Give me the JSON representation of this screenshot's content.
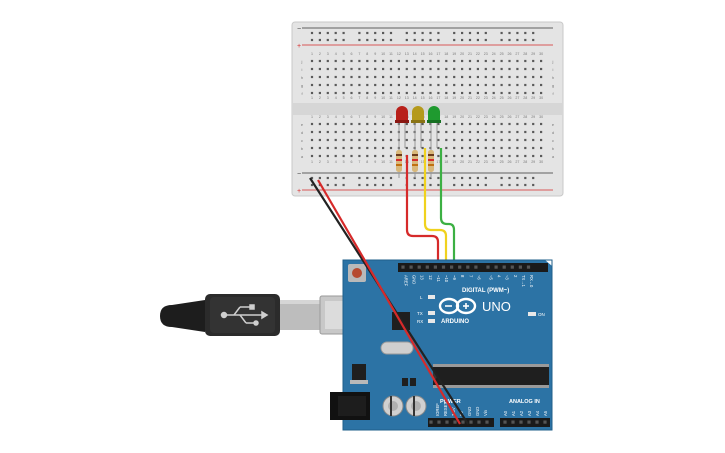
{
  "breadboard": {
    "column_numbers": [
      "1",
      "2",
      "3",
      "4",
      "5",
      "6",
      "7",
      "8",
      "9",
      "10",
      "11",
      "12",
      "13",
      "14",
      "15",
      "16",
      "17",
      "18",
      "19",
      "20",
      "21",
      "22",
      "23",
      "24",
      "25",
      "26",
      "27",
      "28",
      "29",
      "30"
    ],
    "rows_top": [
      "j",
      "i",
      "h",
      "g",
      "f"
    ],
    "rows_bottom": [
      "e",
      "d",
      "c",
      "b",
      "a"
    ],
    "rail_plus": "+",
    "rail_minus": "−"
  },
  "leds": [
    {
      "name": "red-led",
      "color": "#b8201a"
    },
    {
      "name": "yellow-led",
      "color": "#b59a1c"
    },
    {
      "name": "green-led",
      "color": "#1f9a2f"
    }
  ],
  "wires": {
    "red": "#d62a2a",
    "yellow": "#f0d21e",
    "green": "#3cb043",
    "black": "#222222"
  },
  "arduino": {
    "board_color": "#2c73a5",
    "logo_text": "ARDUINO",
    "model": "UNO",
    "digital_label": "DIGITAL (PWM~)",
    "power_label": "POWER",
    "analog_label": "ANALOG IN",
    "led_labels": [
      "L",
      "TX",
      "RX"
    ],
    "on_label": "ON",
    "digital_pins": [
      "AREF",
      "GND",
      "13",
      "12",
      "~11",
      "~10",
      "~9",
      "8",
      "7",
      "~6",
      "~5",
      "4",
      "~3",
      "2",
      "TX→1",
      "RX←0"
    ],
    "power_pins": [
      "IOREF",
      "RESET",
      "3.3V",
      "5V",
      "GND",
      "GND",
      "Vin"
    ],
    "analog_pins": [
      "A0",
      "A1",
      "A2",
      "A3",
      "A4",
      "A5"
    ]
  }
}
